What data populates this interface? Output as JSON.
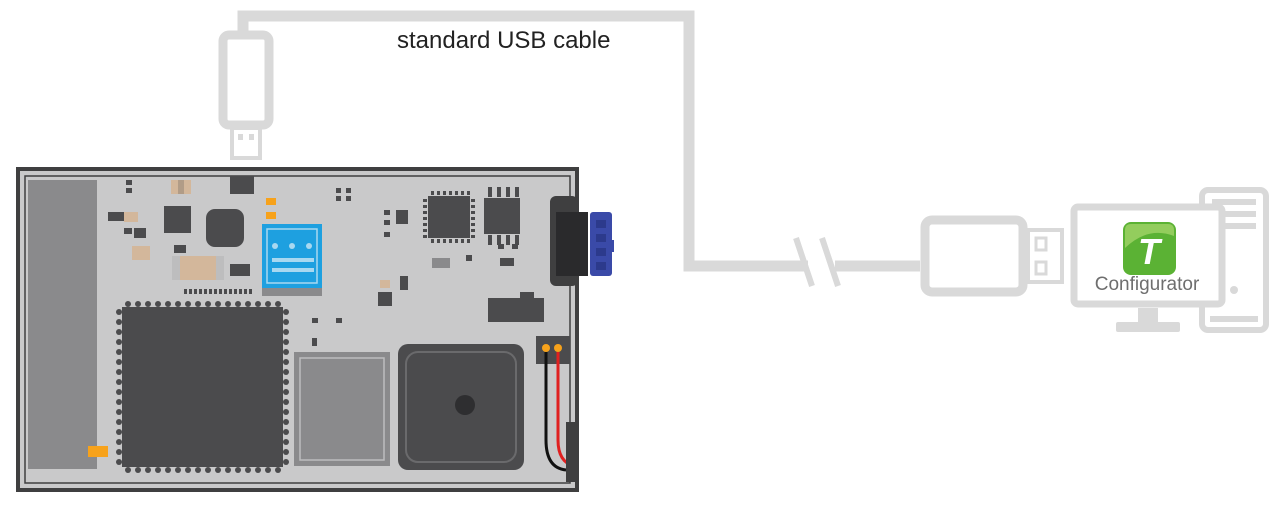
{
  "cable": {
    "label": "standard USB cable"
  },
  "computer": {
    "app_label": "Configurator",
    "app_icon_letter": "T"
  },
  "colors": {
    "board": "#c9c9ca",
    "board_border": "#3f3f40",
    "chip": "#4b4b4d",
    "cable": "#d9d9d9",
    "sim_blue": "#1ea0e0",
    "connector_blue": "#3a4aa8",
    "component_tan": "#d3b79b",
    "orange": "#f7a21b",
    "icon_green": "#5bb234",
    "wire_red": "#e02020"
  },
  "icons": [
    "usb-plug-icon",
    "pcb-board-icon",
    "computer-icon",
    "configurator-app-icon"
  ]
}
